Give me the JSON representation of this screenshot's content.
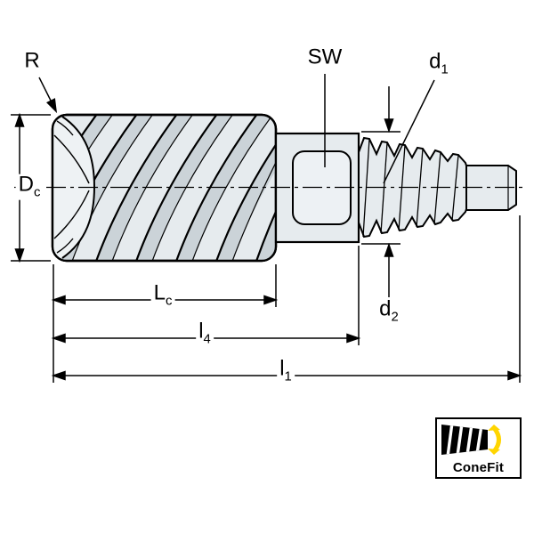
{
  "page": {
    "background": "#ffffff"
  },
  "drawing": {
    "line_color": "#000000",
    "body_fill": "#e6ebee",
    "shade_fill": "#cbd3d8",
    "highlight_fill": "#eef2f4",
    "centerline_style": "dash-dot"
  },
  "labels": {
    "r": {
      "base": "R",
      "sub": ""
    },
    "sw": {
      "base": "SW",
      "sub": ""
    },
    "d1": {
      "base": "d",
      "sub": "1"
    },
    "dc": {
      "base": "D",
      "sub": "c"
    },
    "lc": {
      "base": "L",
      "sub": "c"
    },
    "l4": {
      "base": "l",
      "sub": "4"
    },
    "l1": {
      "base": "l",
      "sub": "1"
    },
    "d2": {
      "base": "d",
      "sub": "2"
    }
  },
  "logo": {
    "text": "ConeFit",
    "arrow_color": "#FFD500",
    "cone_color": "#000000",
    "border_color": "#000000"
  }
}
